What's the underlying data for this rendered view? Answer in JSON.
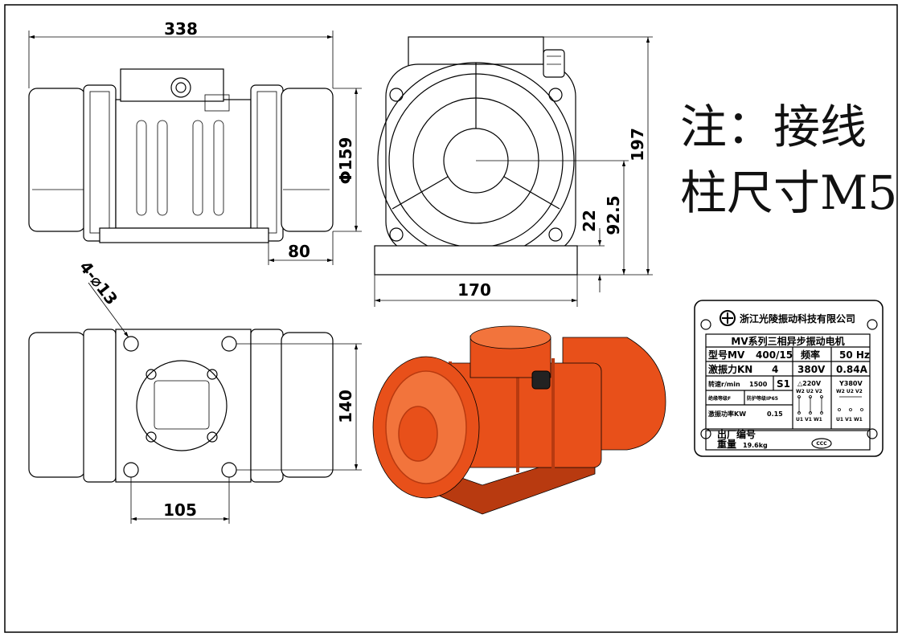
{
  "dimensions": {
    "overall_length": "338",
    "flange_diameter": "Φ159",
    "foot_offset": "80",
    "total_height": "197",
    "center_height": "92.5",
    "base_height": "22",
    "base_width": "170",
    "mount_holes": "4-⌀13",
    "hole_spacing_width": "140",
    "hole_spacing_length": "105"
  },
  "note": {
    "line1": "注：接线",
    "line2": "柱尺寸M5"
  },
  "nameplate": {
    "company": "浙江光陵振动科技有限公司",
    "product": "MV系列三相异步振动电机",
    "model_label": "型号MV",
    "model_value": "400/15",
    "frequency_label": "频率",
    "frequency_value": "50 Hz",
    "force_label": "激振力KN",
    "force_value": "4",
    "voltage": "380V",
    "current": "0.84A",
    "speed_label": "转速r/min",
    "speed_value": "1500",
    "duty": "S1",
    "insulation": "绝缘等级F",
    "protection": "防护等级IP65",
    "power_label": "激振功率KW",
    "power_value": "0.15",
    "delta_voltage": "△220V",
    "star_voltage": "Y380V",
    "delta_top": "W2 U2 V2",
    "delta_bottom": "U1 V1 W1",
    "star_top": "W2 U2 V2",
    "star_bottom": "U1 V1 W1",
    "serial_label": "出厂编号",
    "weight_label": "重量",
    "weight_value": "19.6kg",
    "cert_mark": "CCC"
  },
  "colors": {
    "motor_body": "#e8501a",
    "motor_shade": "#b83a10",
    "motor_light": "#f2743c"
  }
}
